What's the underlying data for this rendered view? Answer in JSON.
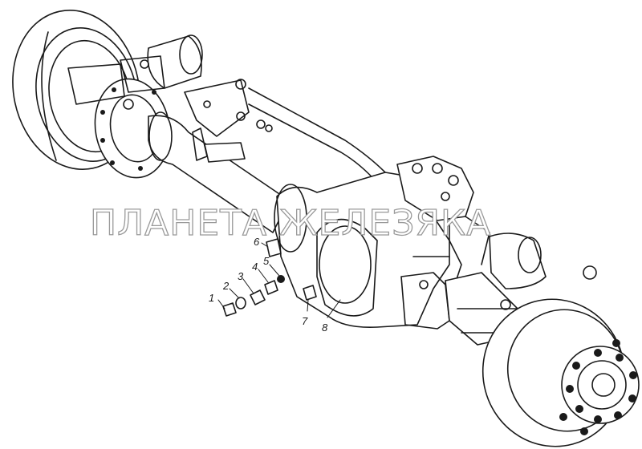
{
  "watermark": {
    "text": "ПЛАНЕТА ЖЕЛЕЗЯКА"
  },
  "callouts": [
    "1",
    "2",
    "3",
    "4",
    "5",
    "6",
    "7",
    "8"
  ],
  "colors": {
    "ink": "#1a1a1a",
    "watermark_outline": "#9a9a9a",
    "background": "#ffffff"
  }
}
